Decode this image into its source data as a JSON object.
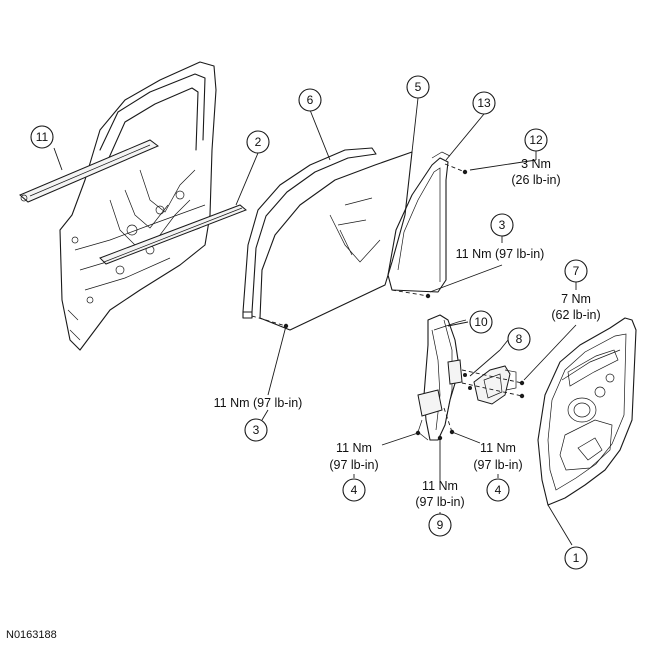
{
  "figure_id": "N0163188",
  "callouts": [
    {
      "num": "1"
    },
    {
      "num": "2"
    },
    {
      "num": "3"
    },
    {
      "num": "3"
    },
    {
      "num": "4"
    },
    {
      "num": "4"
    },
    {
      "num": "5"
    },
    {
      "num": "6"
    },
    {
      "num": "7"
    },
    {
      "num": "8"
    },
    {
      "num": "9"
    },
    {
      "num": "10"
    },
    {
      "num": "11"
    },
    {
      "num": "12"
    },
    {
      "num": "13"
    }
  ],
  "torques": [
    {
      "line1": "3 Nm",
      "line2": "(26 lb-in)"
    },
    {
      "line1": "11 Nm (97 lb-in)",
      "line2": ""
    },
    {
      "line1": "7 Nm",
      "line2": "(62 lb-in)"
    },
    {
      "line1": "11 Nm (97 lb-in)",
      "line2": ""
    },
    {
      "line1": "11 Nm",
      "line2": "(97 lb-in)"
    },
    {
      "line1": "11 Nm",
      "line2": "(97 lb-in)"
    },
    {
      "line1": "11 Nm",
      "line2": "(97 lb-in)"
    }
  ]
}
